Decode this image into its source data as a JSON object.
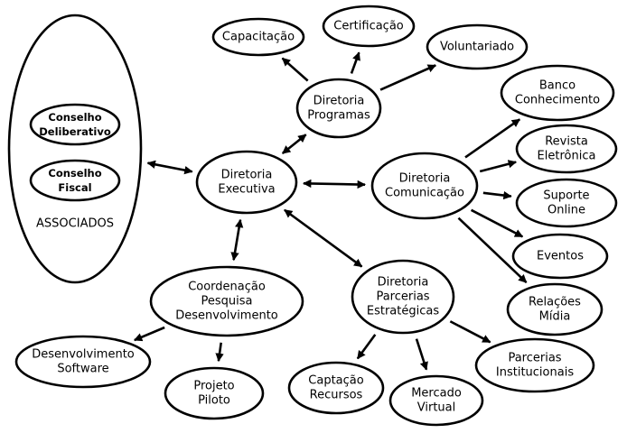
{
  "diagram": {
    "nodes": {
      "associados": {
        "lines": [
          "ASSOCIADOS"
        ]
      },
      "conselho_deliberativo": {
        "lines": [
          "Conselho",
          "Deliberativo"
        ]
      },
      "conselho_fiscal": {
        "lines": [
          "Conselho",
          "Fiscal"
        ]
      },
      "diretoria_executiva": {
        "lines": [
          "Diretoria",
          "Executiva"
        ]
      },
      "diretoria_programas": {
        "lines": [
          "Diretoria",
          "Programas"
        ]
      },
      "capacitacao": {
        "lines": [
          "Capacitação"
        ]
      },
      "certificacao": {
        "lines": [
          "Certificação"
        ]
      },
      "voluntariado": {
        "lines": [
          "Voluntariado"
        ]
      },
      "diretoria_comunicacao": {
        "lines": [
          "Diretoria",
          "Comunicação"
        ]
      },
      "banco_conhecimento": {
        "lines": [
          "Banco",
          "Conhecimento"
        ]
      },
      "revista_eletronica": {
        "lines": [
          "Revista",
          "Eletrônica"
        ]
      },
      "suporte_online": {
        "lines": [
          "Suporte",
          "Online"
        ]
      },
      "eventos": {
        "lines": [
          "Eventos"
        ]
      },
      "relacoes_midia": {
        "lines": [
          "Relações",
          "Mídia"
        ]
      },
      "diretoria_parcerias": {
        "lines": [
          "Diretoria",
          "Parcerias",
          "Estratégicas"
        ]
      },
      "captacao_recursos": {
        "lines": [
          "Captação",
          "Recursos"
        ]
      },
      "mercado_virtual": {
        "lines": [
          "Mercado",
          "Virtual"
        ]
      },
      "parcerias_institucionais": {
        "lines": [
          "Parcerias",
          "Institucionais"
        ]
      },
      "coordenacao": {
        "lines": [
          "Coordenação",
          "Pesquisa",
          "Desenvolvimento"
        ]
      },
      "desenvolvimento_software": {
        "lines": [
          "Desenvolvimento",
          "Software"
        ]
      },
      "projeto_piloto": {
        "lines": [
          "Projeto",
          "Piloto"
        ]
      }
    },
    "edges": [
      {
        "from": "associados",
        "to": "diretoria_executiva",
        "bidirectional": true
      },
      {
        "from": "diretoria_executiva",
        "to": "diretoria_programas",
        "bidirectional": true
      },
      {
        "from": "diretoria_executiva",
        "to": "diretoria_comunicacao",
        "bidirectional": true
      },
      {
        "from": "diretoria_executiva",
        "to": "diretoria_parcerias",
        "bidirectional": true
      },
      {
        "from": "diretoria_executiva",
        "to": "coordenacao",
        "bidirectional": true
      },
      {
        "from": "diretoria_programas",
        "to": "capacitacao",
        "bidirectional": false
      },
      {
        "from": "diretoria_programas",
        "to": "certificacao",
        "bidirectional": false
      },
      {
        "from": "diretoria_programas",
        "to": "voluntariado",
        "bidirectional": false
      },
      {
        "from": "diretoria_comunicacao",
        "to": "banco_conhecimento",
        "bidirectional": false
      },
      {
        "from": "diretoria_comunicacao",
        "to": "revista_eletronica",
        "bidirectional": false
      },
      {
        "from": "diretoria_comunicacao",
        "to": "suporte_online",
        "bidirectional": false
      },
      {
        "from": "diretoria_comunicacao",
        "to": "eventos",
        "bidirectional": false
      },
      {
        "from": "diretoria_comunicacao",
        "to": "relacoes_midia",
        "bidirectional": false
      },
      {
        "from": "diretoria_parcerias",
        "to": "captacao_recursos",
        "bidirectional": false
      },
      {
        "from": "diretoria_parcerias",
        "to": "mercado_virtual",
        "bidirectional": false
      },
      {
        "from": "diretoria_parcerias",
        "to": "parcerias_institucionais",
        "bidirectional": false
      },
      {
        "from": "coordenacao",
        "to": "desenvolvimento_software",
        "bidirectional": false
      },
      {
        "from": "coordenacao",
        "to": "projeto_piloto",
        "bidirectional": false
      }
    ]
  },
  "colors": {
    "stroke": "#000000",
    "fill": "#ffffff",
    "text": "#000000"
  }
}
